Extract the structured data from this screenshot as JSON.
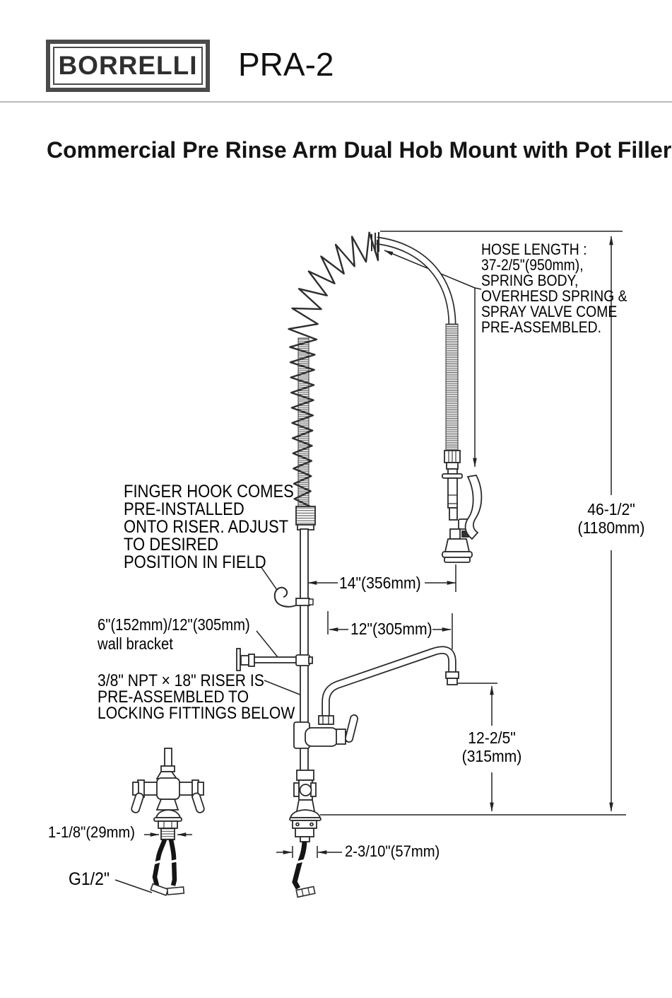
{
  "header": {
    "brand": "BORRELLI",
    "model": "PRA-2",
    "title": "Commercial Pre Rinse Arm Dual Hob Mount with Pot Filler"
  },
  "notes": {
    "hose": "HOSE LENGTH :\n37-2/5\"(950mm),\nSPRING BODY,\nOVERHESD SPRING &\nSPRAY VALVE COME\nPRE-ASSEMBLED.",
    "finger_hook": "FINGER HOOK COMES\nPRE-INSTALLED\nONTO RISER. ADJUST\nTO DESIRED\nPOSITION IN FIELD",
    "wall_bracket": "6\"(152mm)/12\"(305mm)\nwall bracket",
    "riser": "3/8\" NPT × 18\" RISER IS\nPRE-ASSEMBLED TO\nLOCKING FITTINGS BELOW"
  },
  "dimensions": {
    "overall_height": "46-1/2\"\n(1180mm)",
    "hose_hook_offset": "14\"(356mm)",
    "spout_reach": "12\"(305mm)",
    "spout_clearance": "12-2/5\"\n(315mm)",
    "shank_diameter": "1-1/8\"(29mm)",
    "base_width": "2-3/10\"(57mm)",
    "inlet_thread": "G1/2\""
  },
  "colors": {
    "line": "#2a2a2a",
    "dim_line": "#222222",
    "frame": "#4a4a4a",
    "hose_black": "#151515"
  }
}
